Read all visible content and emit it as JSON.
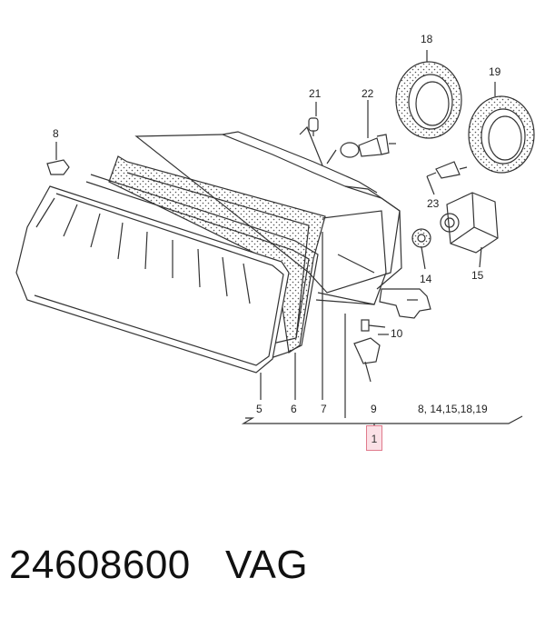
{
  "diagram": {
    "callouts": {
      "c18": "18",
      "c19": "19",
      "c21": "21",
      "c22": "22",
      "c8": "8",
      "c23": "23",
      "c14": "14",
      "c15": "15",
      "c10": "10",
      "c5": "5",
      "c6": "6",
      "c7": "7",
      "c9": "9",
      "group": "8, 14,15,18,19",
      "main": "1"
    },
    "colors": {
      "line": "#333333",
      "highlight_fill": "#fbe0e6",
      "highlight_border": "#e07a8c"
    }
  },
  "caption": {
    "part_number": "24608600",
    "brand": "VAG"
  }
}
